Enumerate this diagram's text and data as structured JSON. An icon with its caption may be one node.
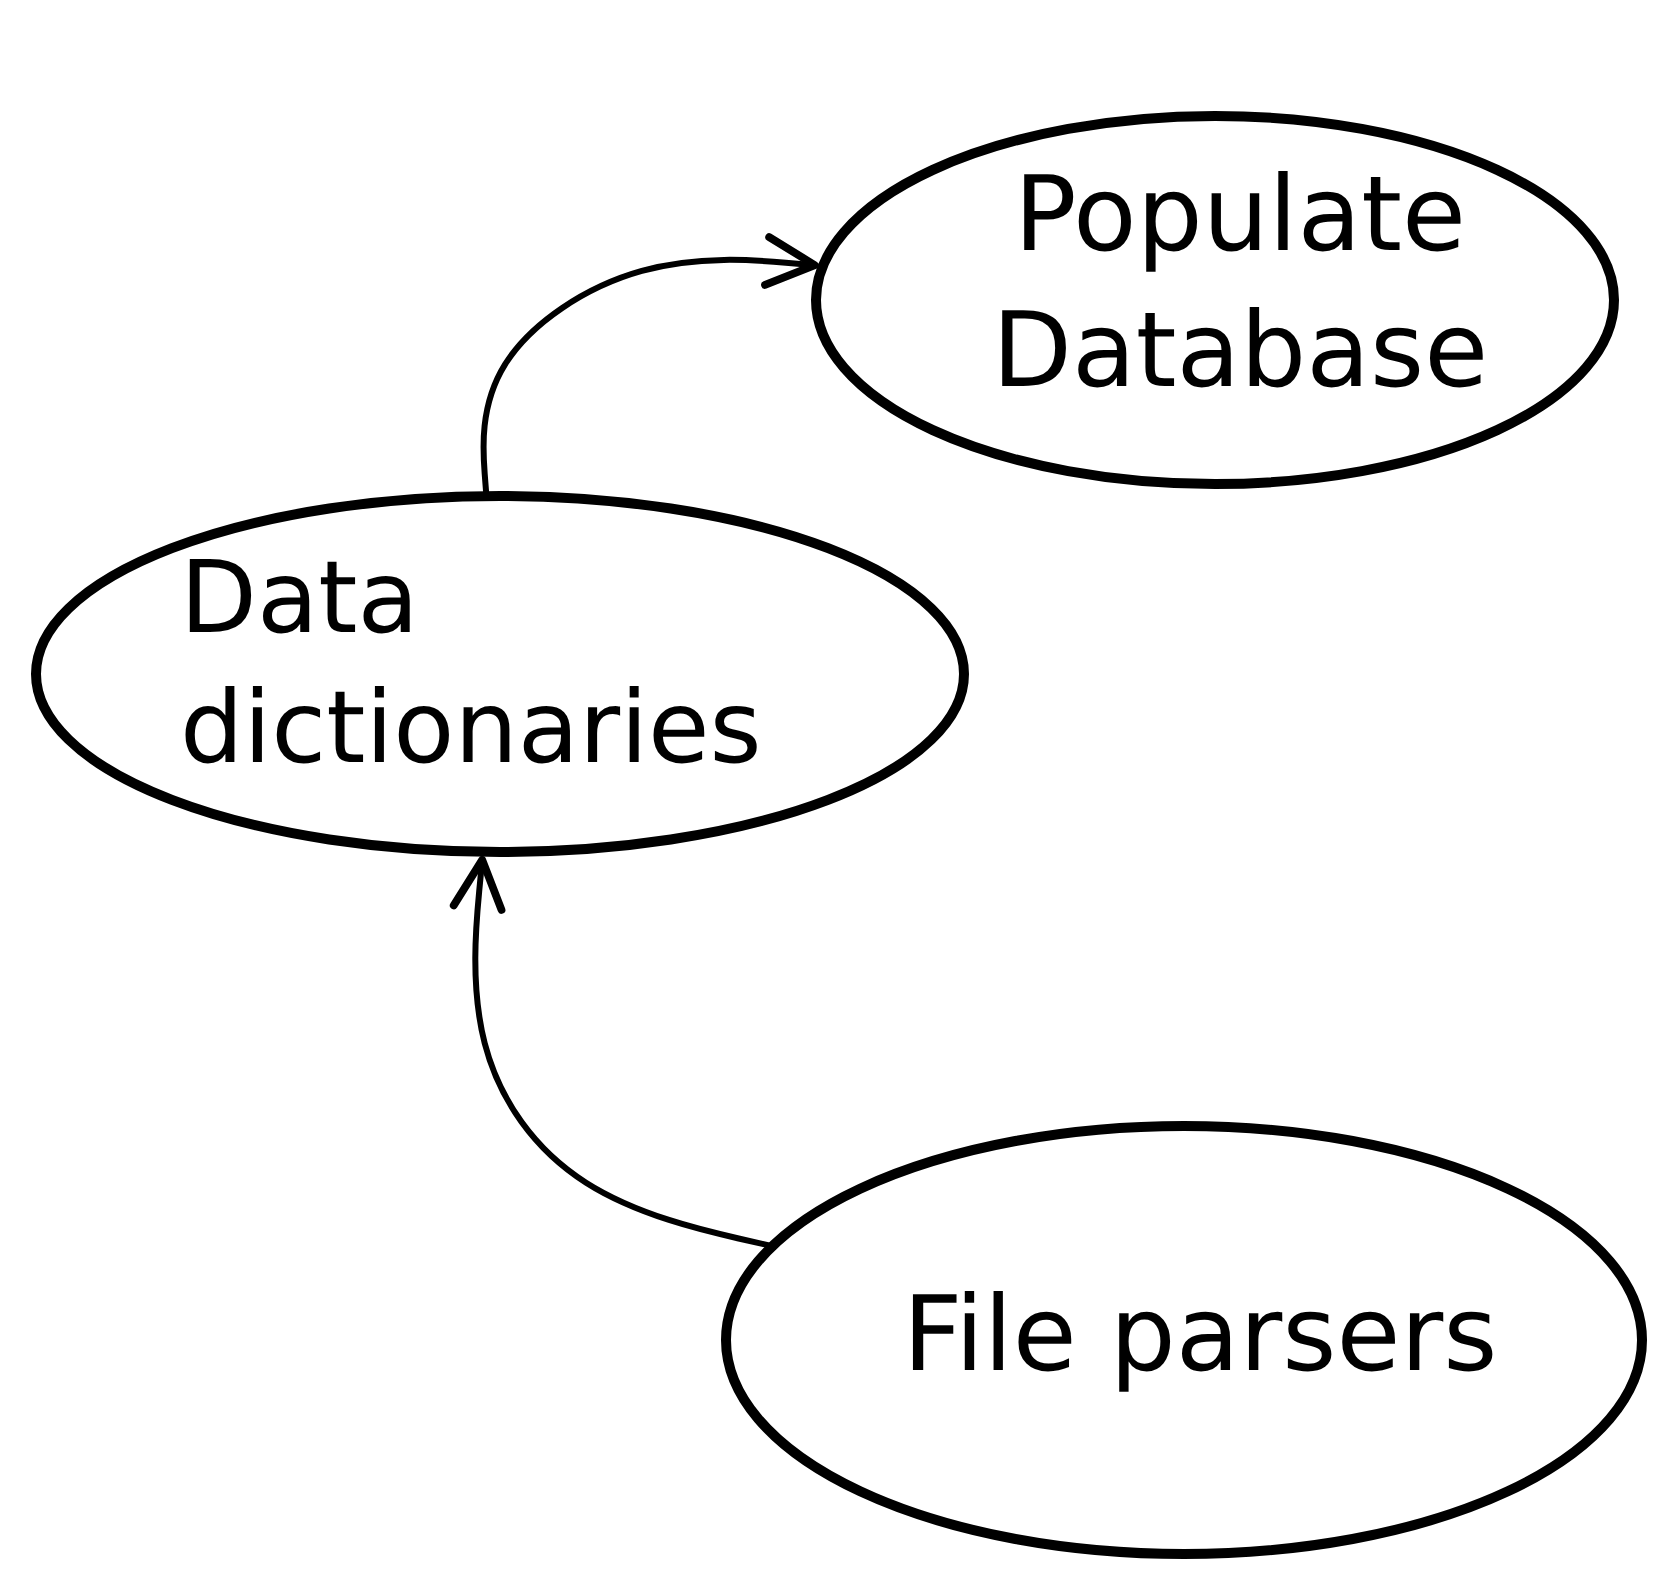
{
  "diagram": {
    "nodes": [
      {
        "text": [
          "Populate Database"
        ]
      },
      {
        "text": [
          "Data dictionaries"
        ]
      },
      {
        "text": [
          "File parsers"
        ]
      }
    ],
    "edges": [
      {
        "from": 1,
        "to": 0,
        "arrow": "to"
      },
      {
        "from": 2,
        "to": 1,
        "arrow": "to"
      }
    ]
  }
}
